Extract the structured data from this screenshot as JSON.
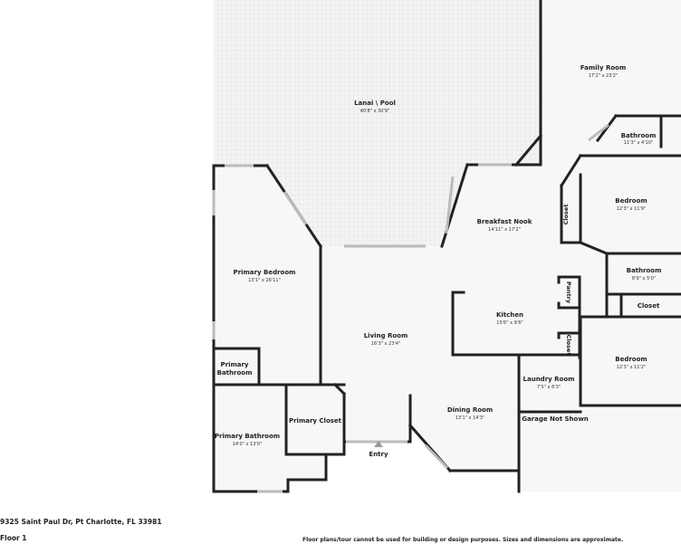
{
  "floor_plan": {
    "address": "9325 Saint Paul Dr, Pt Charlotte, FL 33981",
    "floor": "Floor 1",
    "disclaimer": "Floor plans/tour cannot be used for building or design purposes. Sizes and dimensions are approximate.",
    "rooms": {
      "lanai": {
        "name": "Lanai \\ Pool",
        "dims": "40'8\" x 30'9\""
      },
      "family_room": {
        "name": "Family Room",
        "dims": "17'2\" x 23'2\""
      },
      "bathroom_upper": {
        "name": "Bathroom",
        "dims": "11'3\" x 4'10\""
      },
      "bedroom_upper": {
        "name": "Bedroom",
        "dims": "12'3\" x 11'9\""
      },
      "breakfast_nook": {
        "name": "Breakfast Nook",
        "dims": "14'11\" x 17'2\""
      },
      "closet_vertical": {
        "name": "Closet"
      },
      "pantry": {
        "name": "Pantry"
      },
      "closet_kitchen": {
        "name": "Closet"
      },
      "bathroom_mid": {
        "name": "Bathroom",
        "dims": "8'9\" x 5'0\""
      },
      "closet_mid": {
        "name": "Closet"
      },
      "kitchen": {
        "name": "Kitchen",
        "dims": "15'6\" x 9'6\""
      },
      "bedroom_lower": {
        "name": "Bedroom",
        "dims": "12'3\" x 11'2\""
      },
      "laundry": {
        "name": "Laundry Room",
        "dims": "7'5\" x 6'3\""
      },
      "garage_note": {
        "name": "Garage Not Shown"
      },
      "dining": {
        "name": "Dining Room",
        "dims": "13'1\" x 14'3\""
      },
      "living": {
        "name": "Living Room",
        "dims": "16'3\" x 23'4\""
      },
      "primary_bedroom": {
        "name": "Primary Bedroom",
        "dims": "13'1\" x 26'11\""
      },
      "primary_bath_small_line1": {
        "name": "Primary"
      },
      "primary_bath_small_line2": {
        "name": "Bathroom"
      },
      "primary_closet": {
        "name": "Primary Closet"
      },
      "primary_bathroom": {
        "name": "Primary Bathroom",
        "dims": "14'0\" x 13'0\""
      },
      "entry": {
        "name": "Entry"
      }
    },
    "colors": {
      "wall": "#222222",
      "floor": "#f7f7f7",
      "lanai_grid": "#e6e6e6",
      "window": "#ffffff"
    }
  }
}
